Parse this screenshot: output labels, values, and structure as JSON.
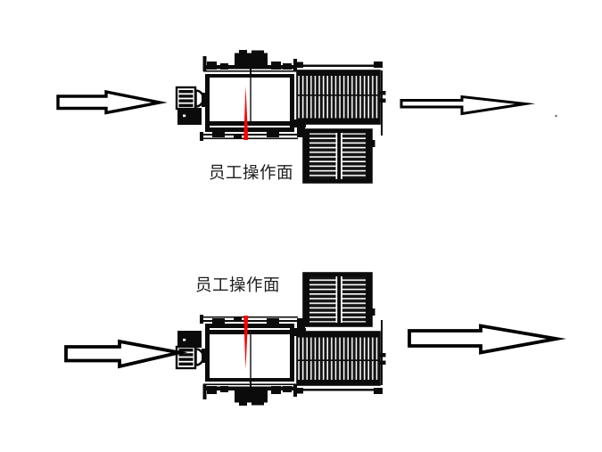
{
  "page": {
    "background": "#ffffff",
    "content": "equipment-layout-diagram"
  },
  "colors": {
    "drawing": "#0b0b0b",
    "operator_marker": "#ff0000",
    "label_text": "#1d1d1d",
    "arrow_fill": "#ffffff",
    "arrow_stroke": "#000000"
  },
  "diagrams": [
    {
      "name": "layout-top",
      "operator_label": "员工操作面",
      "label_side": "below",
      "inflow_arrow": "left-to-right",
      "outflow_arrow": "left-to-right"
    },
    {
      "name": "layout-bottom",
      "operator_label": "员工操作面",
      "label_side": "above",
      "inflow_arrow": "left-to-right",
      "outflow_arrow": "left-to-right"
    }
  ]
}
